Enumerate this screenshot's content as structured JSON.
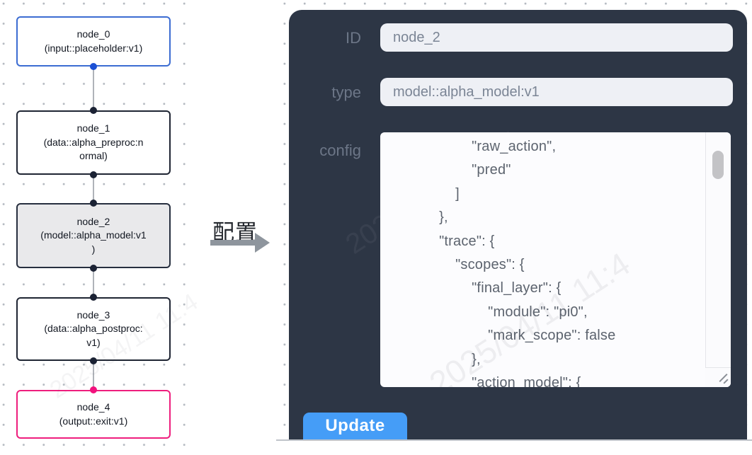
{
  "canvas": {
    "nodes": [
      {
        "label": "node_0\n(input::placeholder:v1)",
        "border_color": "#3c6cd2",
        "port_color": "#1c50d4",
        "selected": false
      },
      {
        "label": "node_1\n(data::alpha_preproc:n\normal)",
        "border_color": "#1f2533",
        "port_color": "#1b2234",
        "selected": false
      },
      {
        "label": "node_2\n(model::alpha_model:v1\n)",
        "border_color": "#272f3f",
        "port_color": "#1b2234",
        "selected": true
      },
      {
        "label": "node_3\n(data::alpha_postproc:\nv1)",
        "border_color": "#1f2533",
        "port_color": "#1b2234",
        "selected": false
      },
      {
        "label": "node_4\n(output::exit:v1)",
        "border_color": "#ee1e7d",
        "port_color": "#f2117d",
        "selected": false
      }
    ]
  },
  "transfer": {
    "label": "配置"
  },
  "panel": {
    "background_color": "#2d3645",
    "accent_color": "#459df7",
    "fields": [
      {
        "label": "ID",
        "value": "node_2"
      },
      {
        "label": "type",
        "value": "model::alpha_model:v1"
      },
      {
        "label": "config",
        "value": "                    \"raw_action\",\n                    \"pred\"\n                ]\n            },\n            \"trace\": {\n                \"scopes\": {\n                    \"final_layer\": {\n                        \"module\": \"pi0\",\n                        \"mark_scope\": false\n                    },\n                    \"action_model\": {"
      }
    ],
    "update_label": "Update"
  },
  "watermark": "2025/04/11 11:4"
}
